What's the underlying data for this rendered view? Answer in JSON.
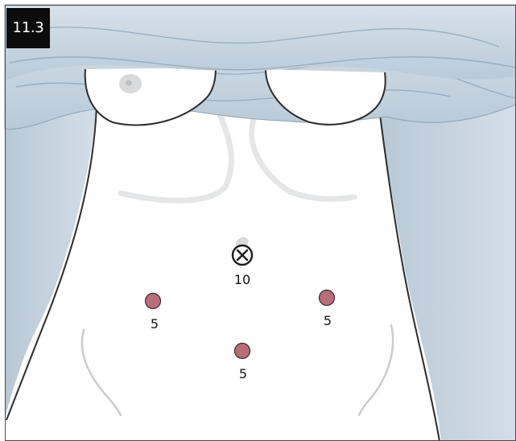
{
  "figure": {
    "label": "11.3"
  },
  "ports": [
    {
      "id": "umbilical",
      "size_label": "10",
      "symbol": "cross-circle-icon",
      "kind": "camera"
    },
    {
      "id": "left-lower",
      "size_label": "5",
      "symbol": "filled-dot-icon",
      "kind": "working"
    },
    {
      "id": "right-lower",
      "size_label": "5",
      "symbol": "filled-dot-icon",
      "kind": "working"
    },
    {
      "id": "suprapubic",
      "size_label": "5",
      "symbol": "filled-dot-icon",
      "kind": "working"
    }
  ],
  "colors": {
    "drape": "#c4d3de",
    "drape_shadow": "#9fb2c1",
    "skin": "#ffffff",
    "outline": "#2b2b2b",
    "port_fill": "#b86e78",
    "port_stroke": "#3a2a2c"
  }
}
